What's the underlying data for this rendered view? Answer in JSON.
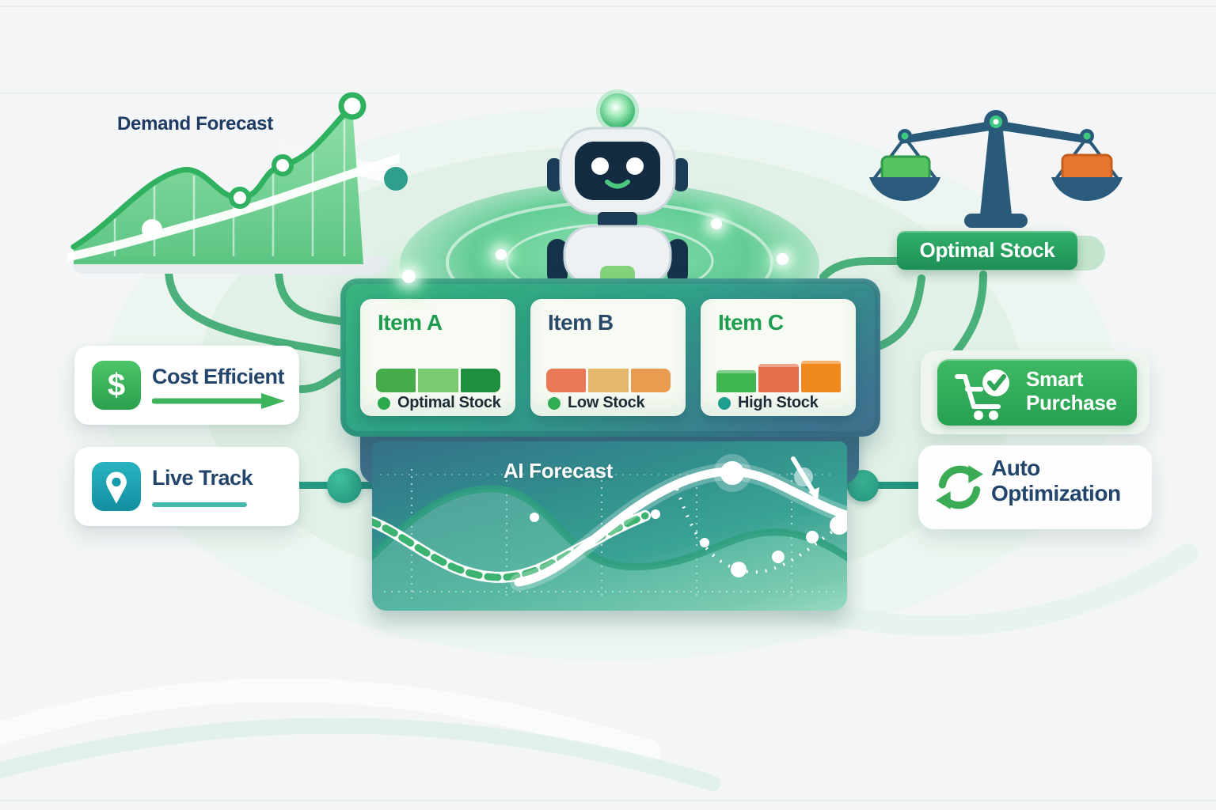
{
  "demand_forecast": {
    "title": "Demand Forecast"
  },
  "left_panel": {
    "cost_efficient": {
      "label": "Cost Efficient",
      "symbol": "$"
    },
    "live_track": {
      "label": "Live Track"
    }
  },
  "inventory": {
    "items": [
      {
        "name": "Item A",
        "status": "Optimal Stock",
        "name_color": "#1f9d4e",
        "dot_color": "#2ca94d",
        "bar": [
          "#46ab4b",
          "#79ca70",
          "#1f8f3d"
        ]
      },
      {
        "name": "Item B",
        "status": "Low Stock",
        "name_color": "#2a4a6b",
        "dot_color": "#2fae53",
        "bar": [
          "#e97856",
          "#e5b76c",
          "#eb9b4f"
        ]
      },
      {
        "name": "Item C",
        "status": "High Stock",
        "name_color": "#1f9d4e",
        "dot_color": "#1d9e8e",
        "bar": [
          "#3eb54f",
          "#e3704b",
          "#f08a1f"
        ]
      }
    ]
  },
  "ai_forecast": {
    "title": "AI Forecast"
  },
  "right_panel": {
    "optimal_stock": {
      "label": "Optimal Stock"
    },
    "smart_purchase": {
      "label": "Smart Purchase"
    },
    "auto_optimization": {
      "label": "Auto Optimization"
    }
  },
  "colors": {
    "accent_green": "#2fae5e",
    "teal": "#1f9d82",
    "navy": "#24456b",
    "scale_blue": "#2a5a7a",
    "orange_block": "#e6762f",
    "green_block": "#57c35f"
  }
}
